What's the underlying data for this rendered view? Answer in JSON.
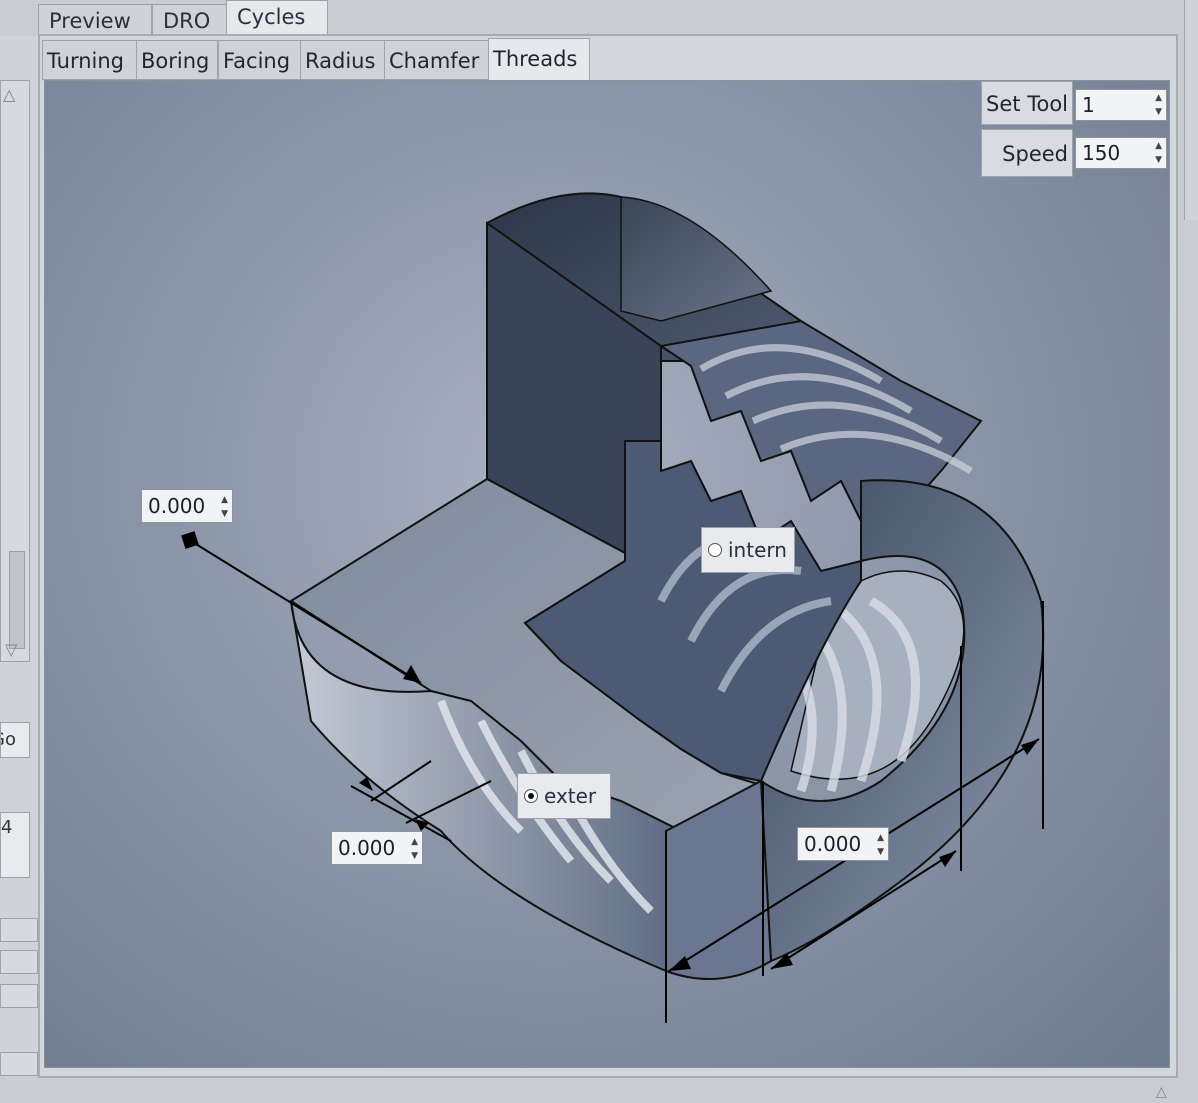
{
  "tabs": [
    "Preview",
    "DRO",
    "Cycles"
  ],
  "subtabs": [
    "Turning",
    "Boring",
    "Facing",
    "Radius",
    "Chamfer",
    "Threads"
  ],
  "controls": {
    "set_tool_label": "Set Tool",
    "set_tool_value": "1",
    "speed_label": "Speed",
    "speed_value": "150"
  },
  "fields": {
    "diameter": "0.000",
    "pitch": "0.000",
    "length": "0.000"
  },
  "options": {
    "internal_label": "intern",
    "external_label": "exter",
    "selected": "external"
  },
  "left_panel": {
    "go_fragment": "Go",
    "num_fragment": "4"
  }
}
